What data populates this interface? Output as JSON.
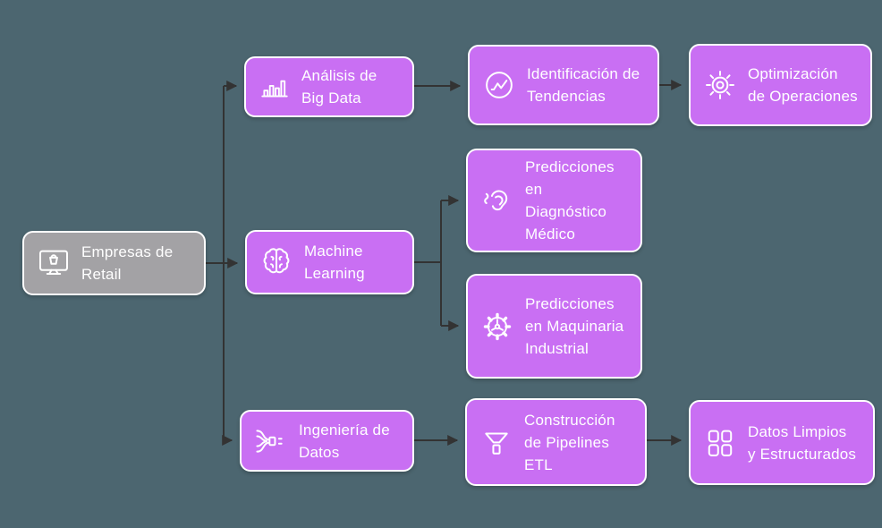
{
  "diagram": {
    "type": "flowchart",
    "direction": "left-to-right",
    "colors": {
      "background": "#4C6670",
      "connector": "#333333",
      "node_purple": "#C96FF3",
      "node_gray": "#A3A2A5",
      "node_border": "#FFFFFF",
      "text": "#FFFFFF"
    },
    "nodes": {
      "retail": {
        "label": "Empresas de\nRetail",
        "icon": "monitor-shopping-icon",
        "color": "gray"
      },
      "big_data": {
        "label": "Análisis de\nBig Data",
        "icon": "bar-chart-icon",
        "color": "purple"
      },
      "tendencias": {
        "label": "Identificación de\nTendencias",
        "icon": "trend-circle-icon",
        "color": "purple"
      },
      "optimizacion": {
        "label": "Optimización\nde Operaciones",
        "icon": "sun-gear-icon",
        "color": "purple"
      },
      "machine_learning": {
        "label": "Machine\nLearning",
        "icon": "brain-icon",
        "color": "purple"
      },
      "diagnostico": {
        "label": "Predicciones\nen\nDiagnóstico\nMédico",
        "icon": "ear-icon",
        "color": "purple"
      },
      "maquinaria": {
        "label": "Predicciones\nen Maquinaria\nIndustrial",
        "icon": "gear-triangle-icon",
        "color": "purple"
      },
      "ingenieria": {
        "label": "Ingeniería de\nDatos",
        "icon": "pipeline-merge-icon",
        "color": "purple"
      },
      "etl": {
        "label": "Construcción\nde Pipelines\nETL",
        "icon": "funnel-icon",
        "color": "purple"
      },
      "limpios": {
        "label": "Datos Limpios\ny Estructurados",
        "icon": "grid-panels-icon",
        "color": "purple"
      }
    },
    "edges": [
      {
        "from": "retail",
        "to": "big_data"
      },
      {
        "from": "retail",
        "to": "machine_learning"
      },
      {
        "from": "retail",
        "to": "ingenieria"
      },
      {
        "from": "big_data",
        "to": "tendencias"
      },
      {
        "from": "tendencias",
        "to": "optimizacion"
      },
      {
        "from": "machine_learning",
        "to": "diagnostico"
      },
      {
        "from": "machine_learning",
        "to": "maquinaria"
      },
      {
        "from": "ingenieria",
        "to": "etl"
      },
      {
        "from": "etl",
        "to": "limpios"
      }
    ]
  }
}
